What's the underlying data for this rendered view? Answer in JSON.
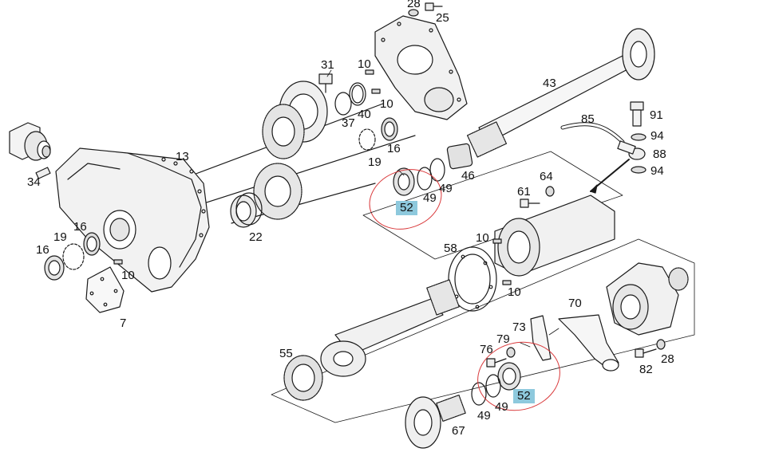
{
  "labels": {
    "p28a": "28",
    "p25": "25",
    "p31": "31",
    "p10a": "10",
    "p10b": "10",
    "p40": "40",
    "p37": "37",
    "p43": "43",
    "p91": "91",
    "p85": "85",
    "p94a": "94",
    "p88": "88",
    "p94b": "94",
    "p13": "13",
    "p34": "34",
    "p16a": "16",
    "p19a": "19",
    "p46": "46",
    "p49a": "49",
    "p49b": "49",
    "p52a": "52",
    "p64": "64",
    "p61": "61",
    "p22": "22",
    "p19b": "19",
    "p16b": "16",
    "p16c": "16",
    "p10c": "10",
    "p7": "7",
    "p58": "58",
    "p10d": "10",
    "p10e": "10",
    "p70": "70",
    "p73": "73",
    "p79": "79",
    "p76": "76",
    "p55": "55",
    "p28b": "28",
    "p82": "82",
    "p49c": "49",
    "p49d": "49",
    "p52b": "52",
    "p67": "67"
  },
  "colors": {
    "line": "#1a1a1a",
    "highlight_circle": "#d9383a",
    "highlight_label_bg": "#8ec9dd"
  }
}
